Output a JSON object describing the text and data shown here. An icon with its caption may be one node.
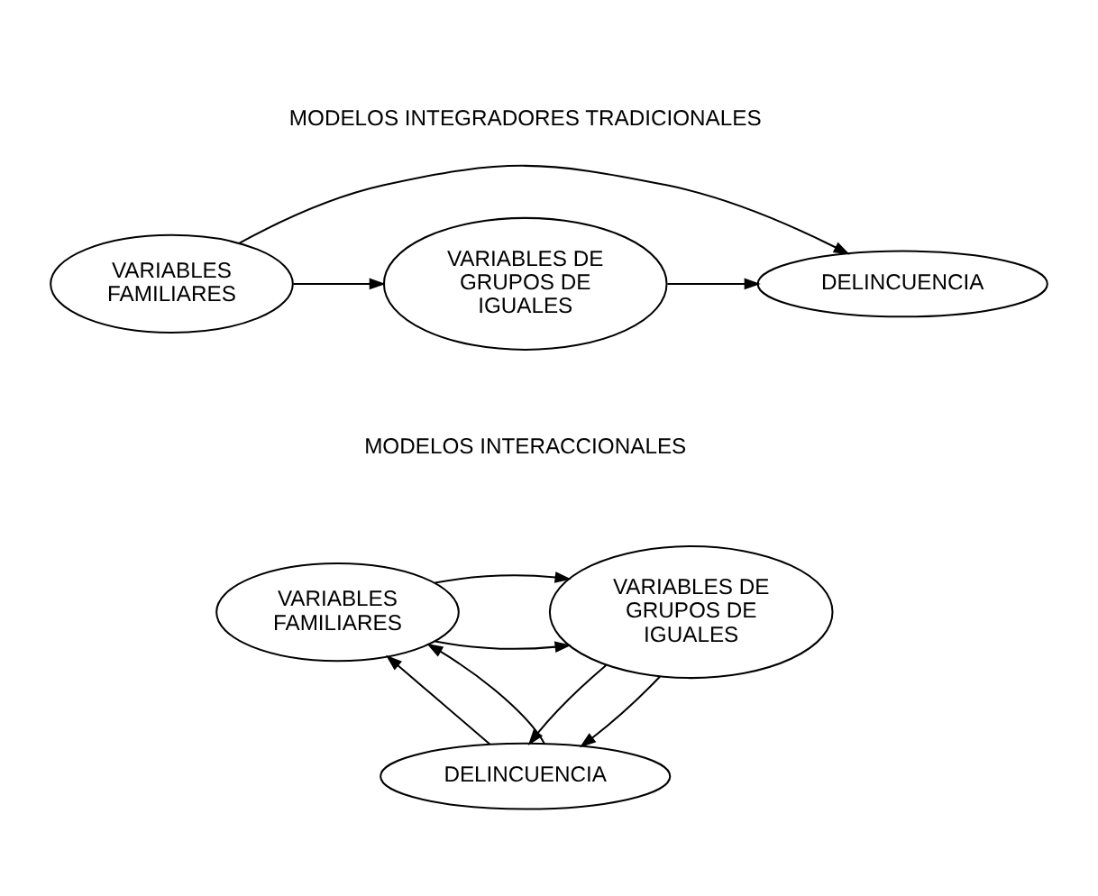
{
  "diagram": {
    "nodes": [
      {
        "text": [
          "VARIABLES FAMILIARES"
        ]
      },
      {
        "text": [
          "VARIABLES DE GRUPOS DE IGUALES"
        ]
      },
      {
        "text": [
          "DELINCUENCIA"
        ]
      },
      {
        "text": [
          "VARIABLES FAMILIARES"
        ]
      },
      {
        "text": [
          "VARIABLES DE GRUPOS DE IGUALES"
        ]
      },
      {
        "text": [
          "DELINCUENCIA"
        ]
      }
    ],
    "edges": [
      {
        "from": 0,
        "to": 1,
        "arrow": "to"
      },
      {
        "from": 1,
        "to": 2,
        "arrow": "to"
      },
      {
        "from": 0,
        "to": 2,
        "arrow": "to"
      },
      {
        "from": 3,
        "to": 4,
        "arrow": "to"
      },
      {
        "from": 3,
        "to": 4,
        "arrow": "to"
      },
      {
        "from": 4,
        "to": 5,
        "arrow": "to"
      },
      {
        "from": 4,
        "to": 5,
        "arrow": "to"
      },
      {
        "from": 5,
        "to": 3,
        "arrow": "to"
      },
      {
        "from": 5,
        "to": 3,
        "arrow": "to"
      }
    ],
    "labels": [
      "MODELOS INTEGRADORES TRADICIONALES",
      "MODELOS INTERACCIONALES"
    ]
  }
}
